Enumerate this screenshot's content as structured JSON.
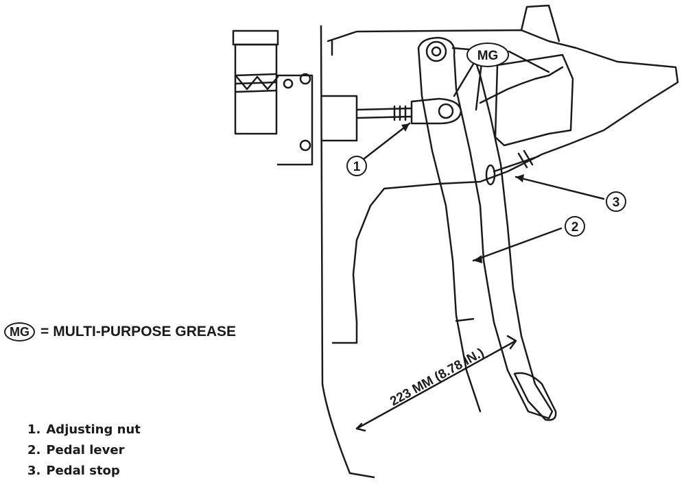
{
  "callouts": [
    {
      "number": "1"
    },
    {
      "number": "2"
    },
    {
      "number": "3"
    }
  ],
  "mg_label": "MG",
  "dimension_label": "223 MM (8.78 IN.)",
  "legend": {
    "symbol": "MG",
    "equals": "=",
    "text": "MULTI-PURPOSE GREASE"
  },
  "parts": [
    {
      "num": "1.",
      "name": "Adjusting nut"
    },
    {
      "num": "2.",
      "name": "Pedal lever"
    },
    {
      "num": "3.",
      "name": "Pedal stop"
    }
  ]
}
